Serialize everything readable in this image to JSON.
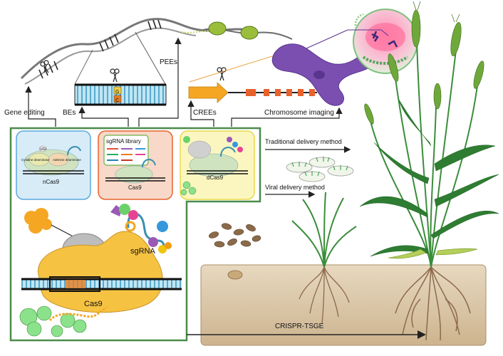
{
  "labels": {
    "gene_editing": "Gene editing",
    "bes": "BEs",
    "pees": "PEEs",
    "crees": "CREEs",
    "chromosome_imaging": "Chromosome imaging",
    "traditional_delivery": "Traditional delivery method",
    "viral_delivery": "Viral delivery method",
    "crispr_tsge": "CRISPR-TSGE"
  },
  "panels": {
    "ncas9": {
      "label": "nCas9",
      "cytidine": "Cytidine deaminase",
      "adenine": "Adenine deaminase",
      "ugi": "UGI"
    },
    "cas9_library": {
      "label": "Cas9",
      "library": "sgRNA library"
    },
    "dcas9": {
      "label": "dCas9"
    }
  },
  "main_complex": {
    "sgrna": "sgRNA",
    "cas9": "Cas9"
  },
  "colors": {
    "cas9_yellow": "#f5c242",
    "dna_blue": "#7ec8e3",
    "soil": "#d9c6a8",
    "leaf_green": "#3a8d3a",
    "panel_green_border": "#4a8c4a",
    "panel_blue": "#d7ecf7",
    "panel_orange": "#f8d8c8",
    "panel_yellow": "#fbf6c0"
  }
}
